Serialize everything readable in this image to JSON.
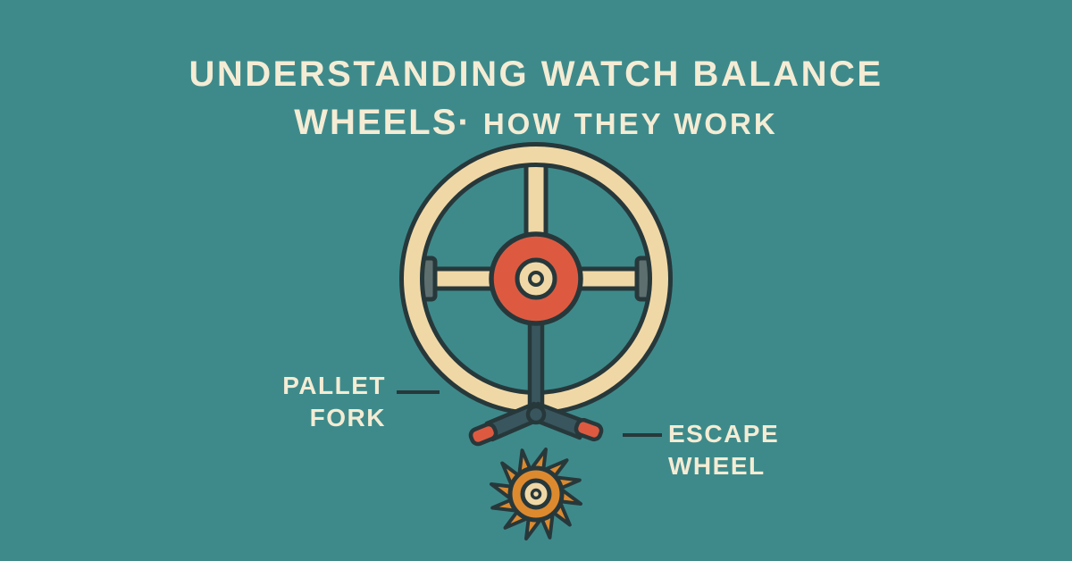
{
  "title": {
    "line1": "UNDERSTANDING WATCH BALANCE",
    "line2_part1": "WHEELS·",
    "line2_part2": "HOW THEY WORK"
  },
  "labels": {
    "pallet_fork": {
      "line1": "PALLET",
      "line2": "FORK"
    },
    "escape_wheel": {
      "line1": "ESCAPE",
      "line2": "WHEEL"
    }
  },
  "diagram": {
    "parts": [
      "balance-wheel",
      "crossbar-weights",
      "hub",
      "pallet-fork",
      "escape-wheel"
    ]
  },
  "colors": {
    "background": "#3e8a8b",
    "text": "#f4ecd4",
    "rim": "#f0d8a6",
    "outline": "#27383b",
    "hub": "#dd5a41",
    "fork": "#39565e",
    "escape": "#dd8a2f",
    "weight": "#5e6f70"
  }
}
